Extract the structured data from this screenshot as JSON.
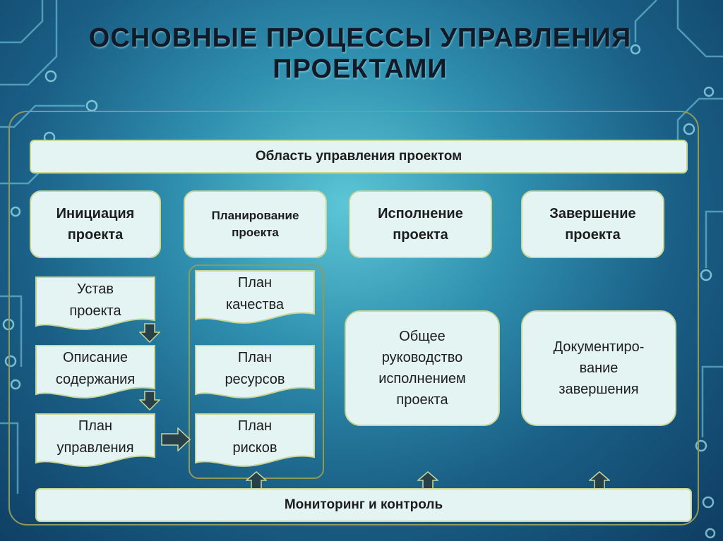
{
  "title": "ОСНОВНЫЕ ПРОЦЕССЫ УПРАВЛЕНИЯ\nПРОЕКТАМИ",
  "scope_bar": "Область управления проектом",
  "monitor_bar": "Мониторинг и контроль",
  "phases": [
    "Инициация\nпроекта",
    "Планирование\nпроекта",
    "Исполнение\nпроекта",
    "Завершение\nпроекта"
  ],
  "initiation_docs": [
    "Устав\nпроекта",
    "Описание\nсодержания",
    "План\nуправления"
  ],
  "planning_docs": [
    "План\nкачества",
    "План\nресурсов",
    "План\nрисков"
  ],
  "execution_box": "Общее\nруководство\nисполнением\nпроекта",
  "closing_box": "Документиро-\nвание\nзавершения",
  "colors": {
    "box_fill": "#e4f4f2",
    "box_border": "#c7d79a",
    "arrow_fill": "#27404a",
    "arrow_edge": "#c7d79a",
    "frame": "#8f9a5a"
  }
}
